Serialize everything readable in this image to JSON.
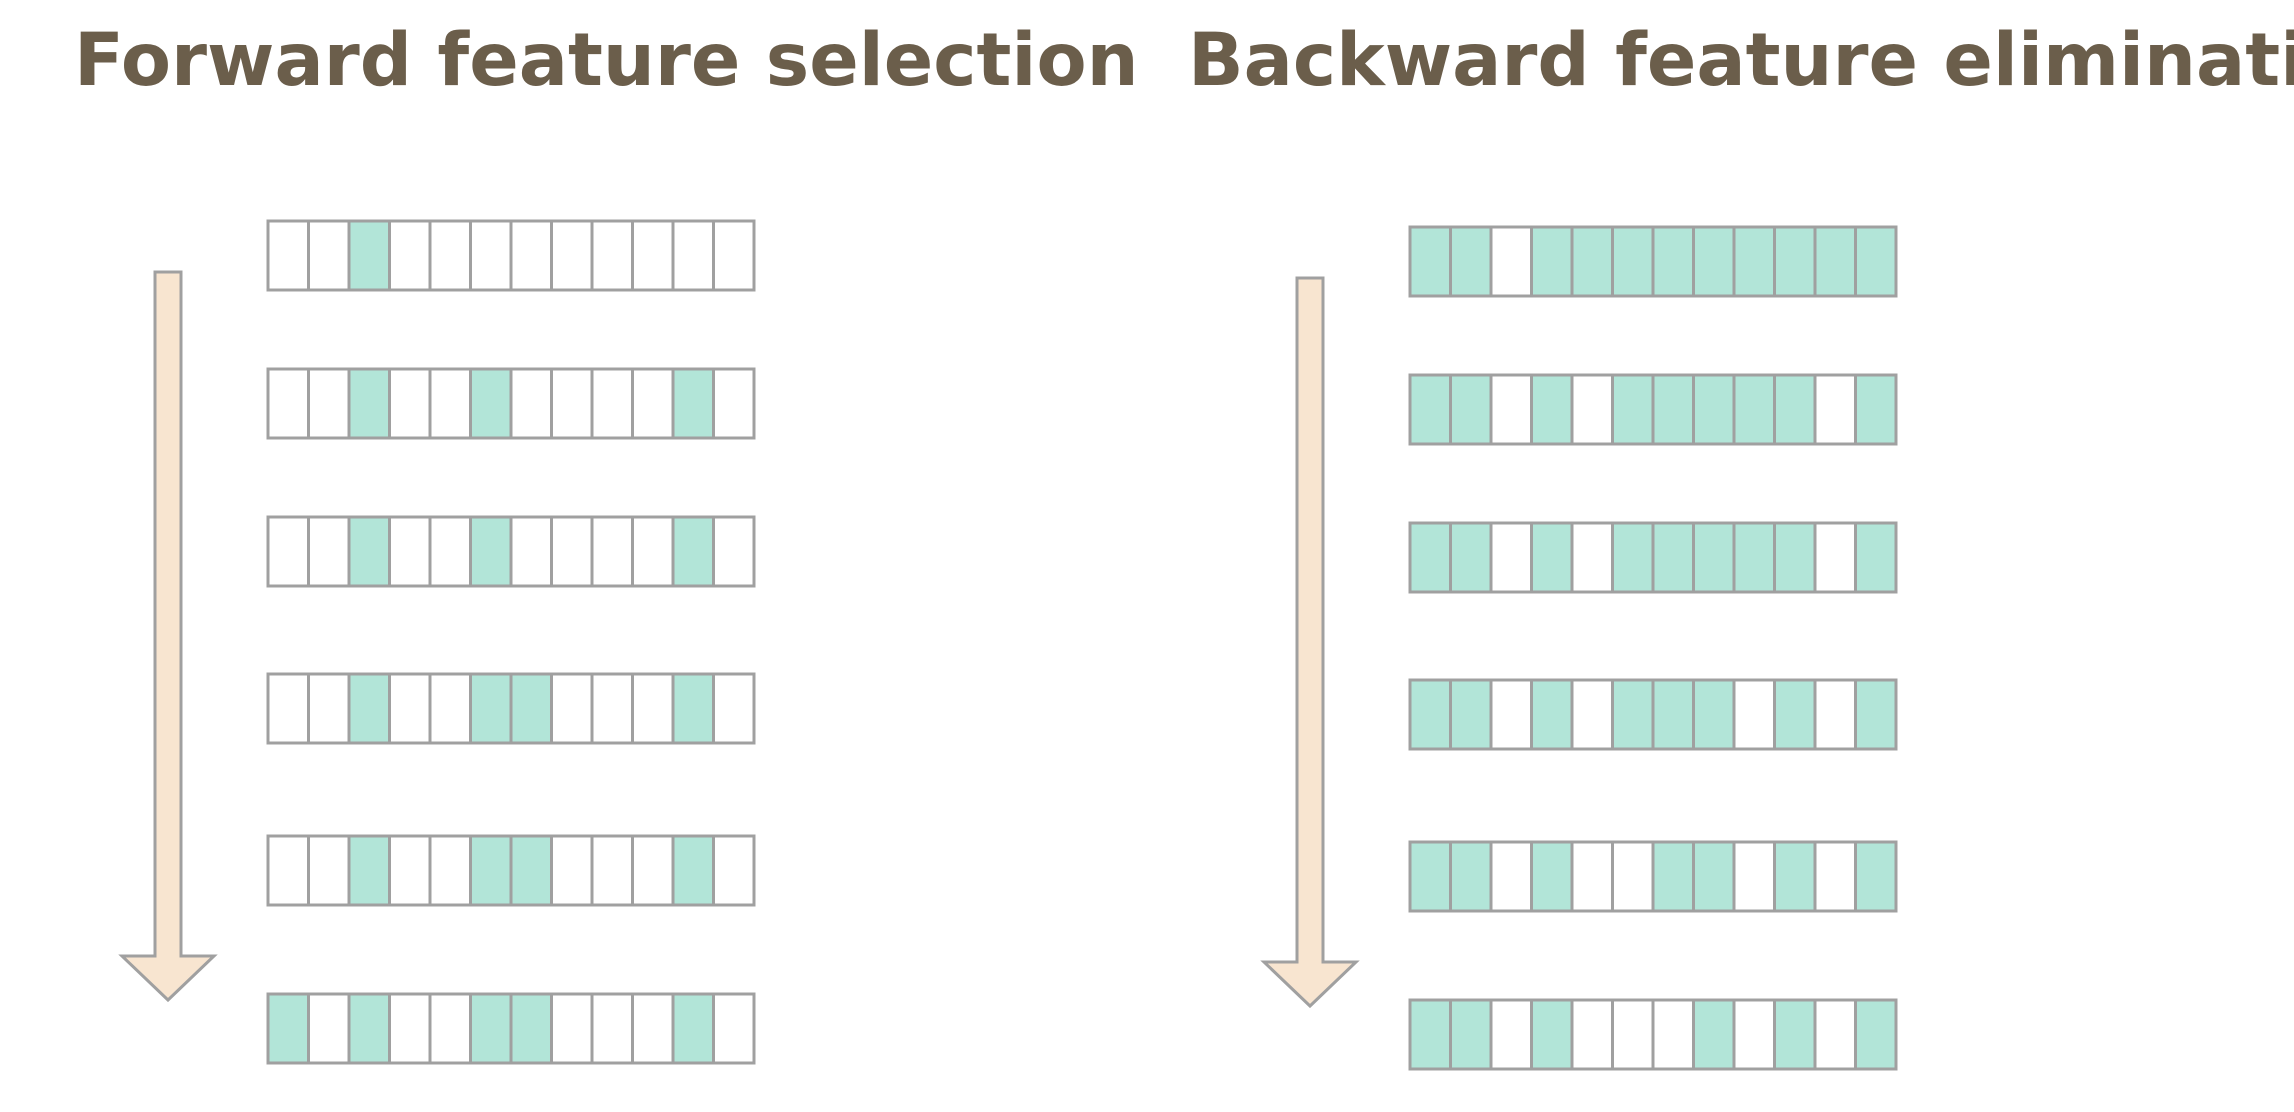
{
  "titles": {
    "forward": "Forward feature selection",
    "backward": "Backward feature elimination"
  },
  "colors": {
    "title": "#6b5e4b",
    "selected_cell": "#b2e5d8",
    "empty_cell": "#ffffff",
    "cell_border": "#a0a0a0",
    "arrow_fill": "#f8e5d0",
    "arrow_border": "#a0a0a0"
  },
  "forward_selection": {
    "feature_count": 12,
    "direction": "down",
    "steps": [
      [
        0,
        0,
        1,
        0,
        0,
        0,
        0,
        0,
        0,
        0,
        0,
        0
      ],
      [
        0,
        0,
        1,
        0,
        0,
        1,
        0,
        0,
        0,
        0,
        1,
        0
      ],
      [
        0,
        0,
        1,
        0,
        0,
        1,
        0,
        0,
        0,
        0,
        1,
        0
      ],
      [
        0,
        0,
        1,
        0,
        0,
        1,
        1,
        0,
        0,
        0,
        1,
        0
      ],
      [
        0,
        0,
        1,
        0,
        0,
        1,
        1,
        0,
        0,
        0,
        1,
        0
      ],
      [
        1,
        0,
        1,
        0,
        0,
        1,
        1,
        0,
        0,
        0,
        1,
        0
      ]
    ]
  },
  "backward_elimination": {
    "feature_count": 12,
    "direction": "down",
    "steps": [
      [
        1,
        1,
        0,
        1,
        1,
        1,
        1,
        1,
        1,
        1,
        1,
        1
      ],
      [
        1,
        1,
        0,
        1,
        0,
        1,
        1,
        1,
        1,
        1,
        0,
        1
      ],
      [
        1,
        1,
        0,
        1,
        0,
        1,
        1,
        1,
        1,
        1,
        0,
        1
      ],
      [
        1,
        1,
        0,
        1,
        0,
        1,
        1,
        1,
        0,
        1,
        0,
        1
      ],
      [
        1,
        1,
        0,
        1,
        0,
        0,
        1,
        1,
        0,
        1,
        0,
        1
      ],
      [
        1,
        1,
        0,
        1,
        0,
        0,
        0,
        1,
        0,
        1,
        0,
        1
      ]
    ]
  }
}
